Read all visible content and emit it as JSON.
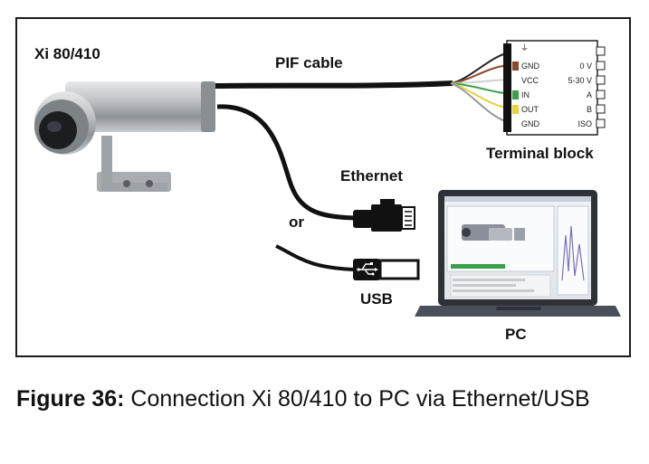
{
  "labels": {
    "device": "Xi 80/410",
    "pif_cable": "PIF cable",
    "terminal_block": "Terminal block",
    "ethernet": "Ethernet",
    "or": "or",
    "usb": "USB",
    "pc": "PC"
  },
  "terminal_block": {
    "left_pins": [
      "GND",
      "VCC",
      "IN",
      "OUT",
      "GND"
    ],
    "right_pins": [
      "0 V",
      "5-30 V",
      "A",
      "B",
      "ISO"
    ],
    "ground_symbol": "⏚"
  },
  "caption": {
    "prefix": "Figure 36:",
    "text": " Connection Xi 80/410 to PC via Ethernet/USB"
  },
  "colors": {
    "frame": "#1a1a1a",
    "cable": "#111111",
    "camera_body": "#b8bcc0",
    "wire_brown": "#8b4a2b",
    "wire_white": "#e8e8e8",
    "wire_green": "#3aa04a",
    "wire_yellow": "#e6d23a",
    "laptop": "#3a3f47"
  }
}
